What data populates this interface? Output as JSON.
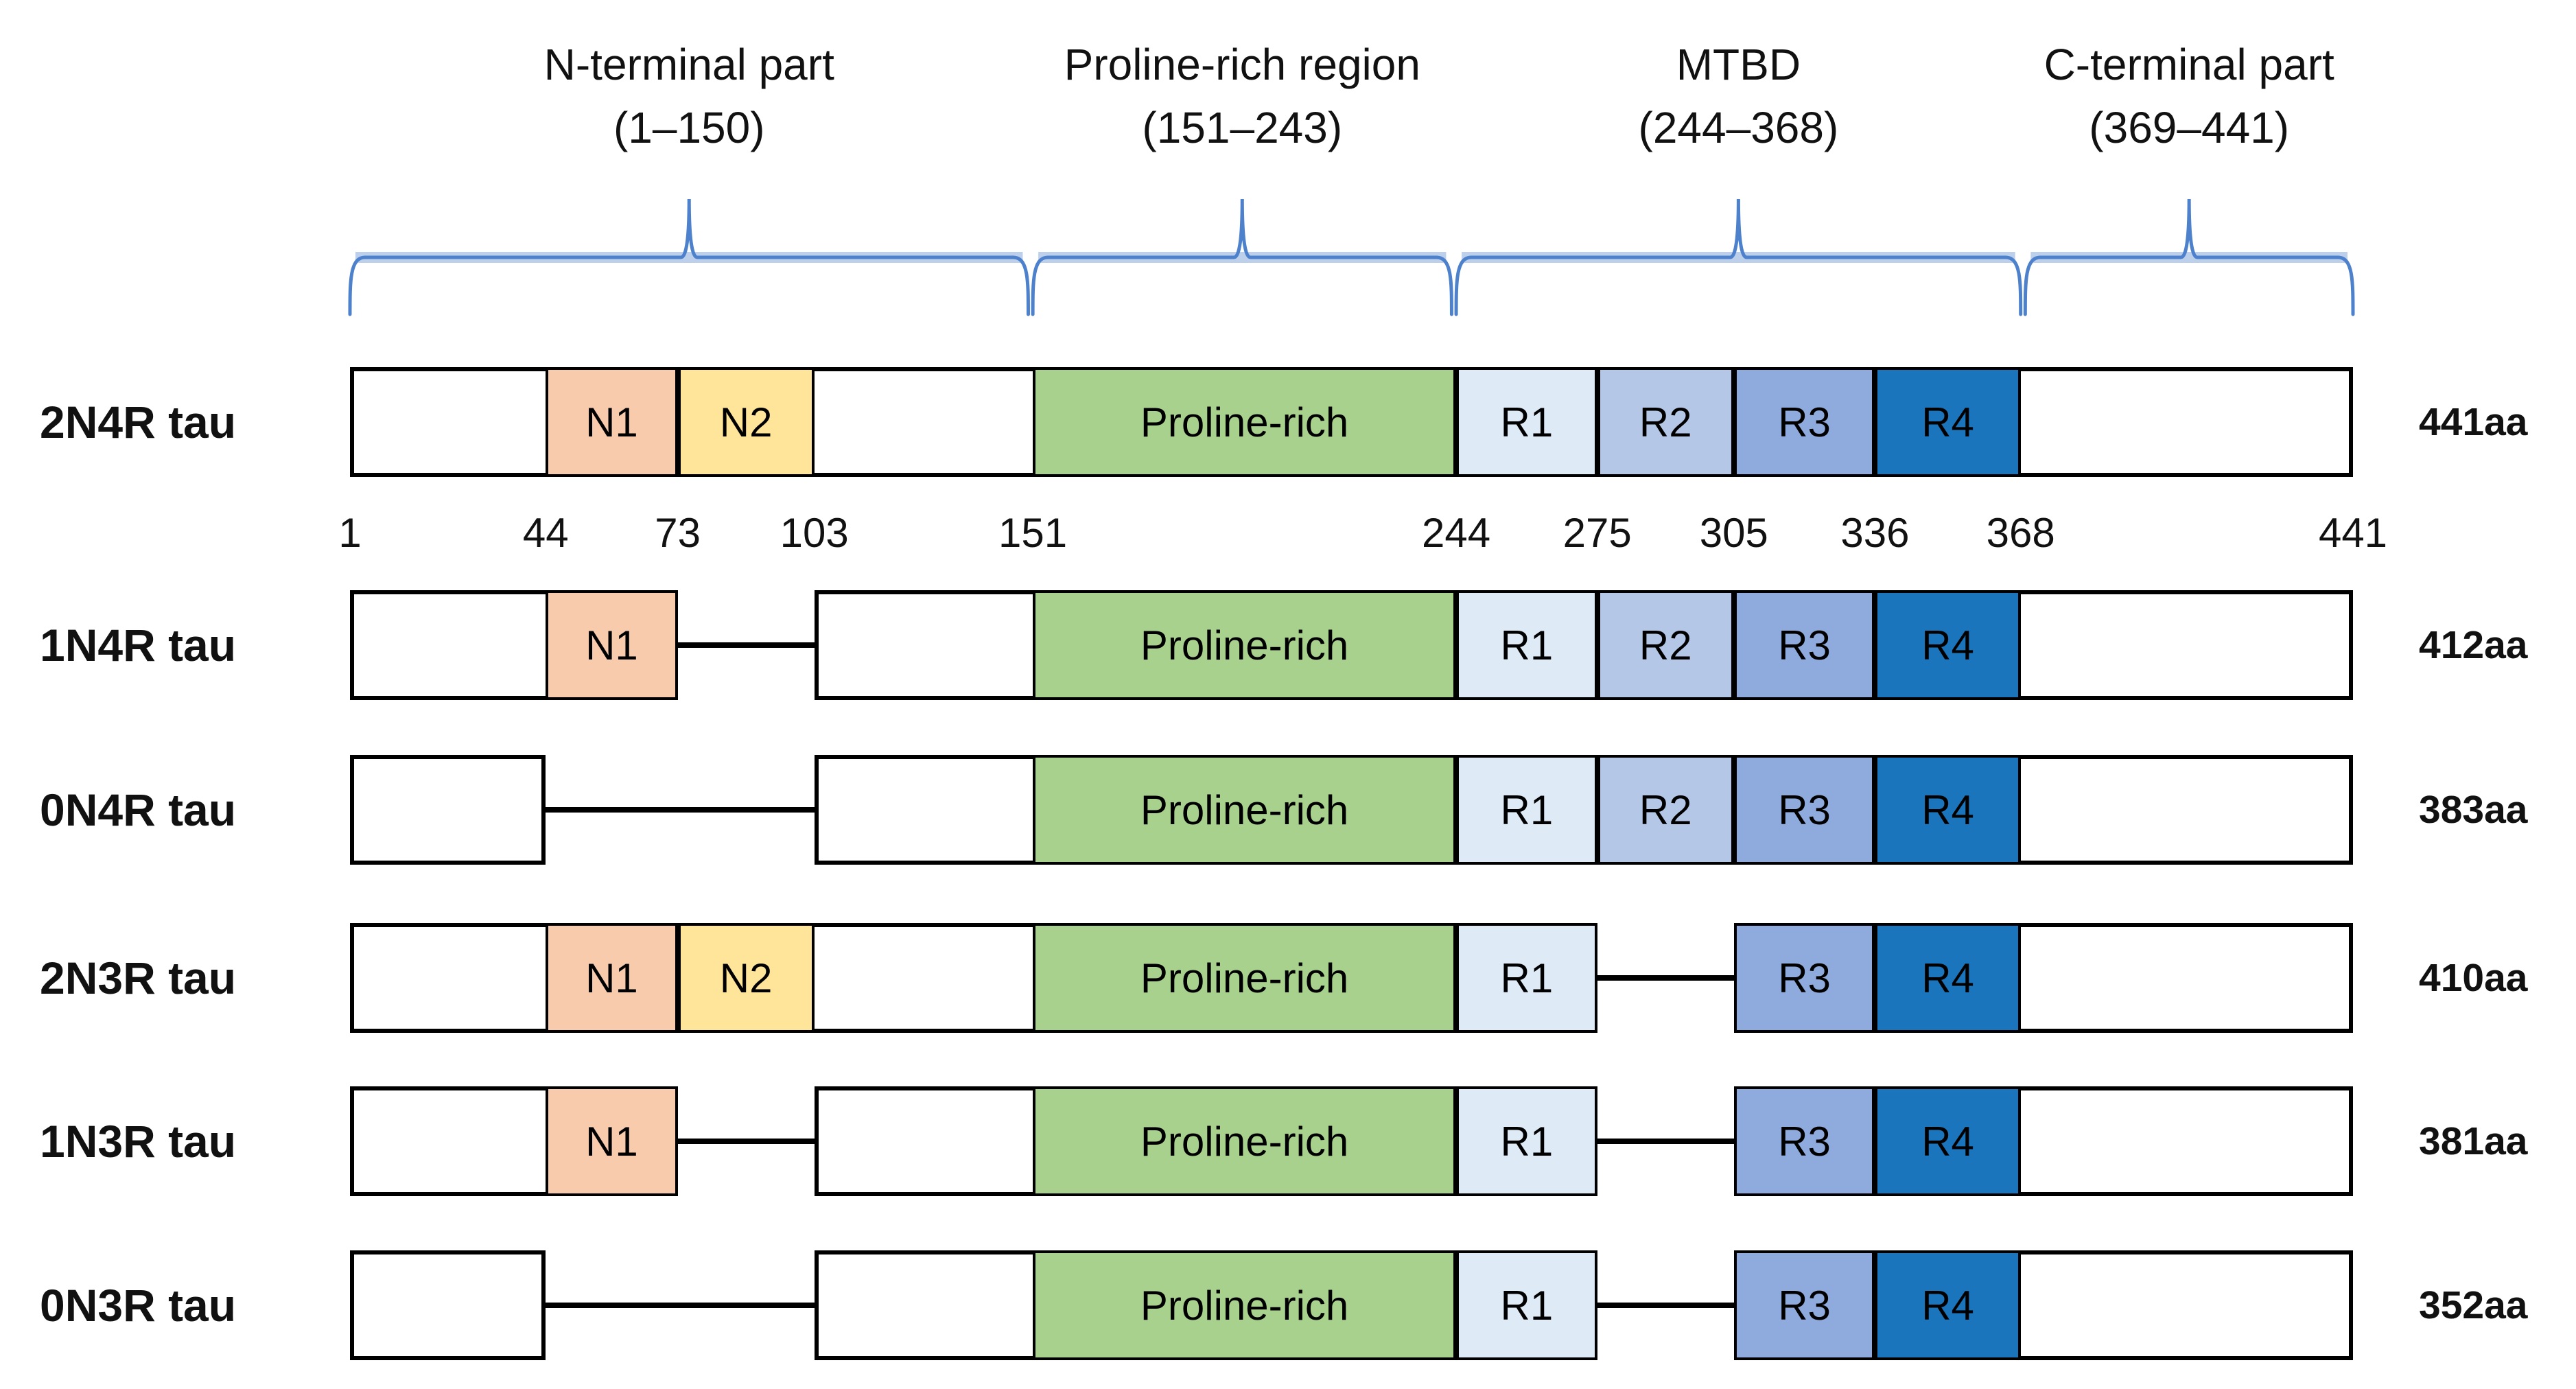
{
  "figure": {
    "background": "#ffffff",
    "brace_color": "#4E81CC",
    "brace_band_color": "#BCD0EC",
    "outline_color": "#000000",
    "text_color": "#111111",
    "residue_axis": {
      "min": 1,
      "max": 441,
      "numbers": [
        1,
        44,
        73,
        103,
        151,
        244,
        275,
        305,
        336,
        368,
        441
      ]
    },
    "regions": [
      {
        "name": "N-terminal part",
        "range": "(1–150)",
        "start": 1,
        "end": 150
      },
      {
        "name": "Proline-rich region",
        "range": "(151–243)",
        "start": 151,
        "end": 243
      },
      {
        "name": "MTBD",
        "range": "(244–368)",
        "start": 244,
        "end": 368
      },
      {
        "name": "C-terminal part",
        "range": "(369–441)",
        "start": 369,
        "end": 441
      }
    ],
    "domain_styles": {
      "N1": {
        "color": "#F8CBAD"
      },
      "N2": {
        "color": "#FFE599"
      },
      "Proline-rich": {
        "color": "#A9D18E"
      },
      "R1": {
        "color": "#DEEBF7"
      },
      "R2": {
        "color": "#B4C7E7"
      },
      "R3": {
        "color": "#8FAADC"
      },
      "R4": {
        "color": "#1B75BC"
      }
    },
    "isoforms": [
      {
        "label": "2N4R tau",
        "length_label": "441aa",
        "boxes": [
          {
            "start": 1,
            "end": 441,
            "domains": [
              {
                "name": "N1",
                "start": 44,
                "end": 73
              },
              {
                "name": "N2",
                "start": 73,
                "end": 103
              },
              {
                "name": "Proline-rich",
                "start": 151,
                "end": 244
              },
              {
                "name": "R1",
                "start": 244,
                "end": 275
              },
              {
                "name": "R2",
                "start": 275,
                "end": 305
              },
              {
                "name": "R3",
                "start": 305,
                "end": 336
              },
              {
                "name": "R4",
                "start": 336,
                "end": 368
              }
            ]
          }
        ],
        "connectors": []
      },
      {
        "label": "1N4R tau",
        "length_label": "412aa",
        "boxes": [
          {
            "start": 1,
            "end": 73,
            "domains": [
              {
                "name": "N1",
                "start": 44,
                "end": 73
              }
            ]
          },
          {
            "start": 103,
            "end": 441,
            "domains": [
              {
                "name": "Proline-rich",
                "start": 151,
                "end": 244
              },
              {
                "name": "R1",
                "start": 244,
                "end": 275
              },
              {
                "name": "R2",
                "start": 275,
                "end": 305
              },
              {
                "name": "R3",
                "start": 305,
                "end": 336
              },
              {
                "name": "R4",
                "start": 336,
                "end": 368
              }
            ]
          }
        ],
        "connectors": [
          {
            "start": 73,
            "end": 103
          }
        ]
      },
      {
        "label": "0N4R tau",
        "length_label": "383aa",
        "boxes": [
          {
            "start": 1,
            "end": 44,
            "domains": []
          },
          {
            "start": 103,
            "end": 441,
            "domains": [
              {
                "name": "Proline-rich",
                "start": 151,
                "end": 244
              },
              {
                "name": "R1",
                "start": 244,
                "end": 275
              },
              {
                "name": "R2",
                "start": 275,
                "end": 305
              },
              {
                "name": "R3",
                "start": 305,
                "end": 336
              },
              {
                "name": "R4",
                "start": 336,
                "end": 368
              }
            ]
          }
        ],
        "connectors": [
          {
            "start": 44,
            "end": 103
          }
        ]
      },
      {
        "label": "2N3R tau",
        "length_label": "410aa",
        "boxes": [
          {
            "start": 1,
            "end": 275,
            "domains": [
              {
                "name": "N1",
                "start": 44,
                "end": 73
              },
              {
                "name": "N2",
                "start": 73,
                "end": 103
              },
              {
                "name": "Proline-rich",
                "start": 151,
                "end": 244
              },
              {
                "name": "R1",
                "start": 244,
                "end": 275
              }
            ]
          },
          {
            "start": 305,
            "end": 441,
            "domains": [
              {
                "name": "R3",
                "start": 305,
                "end": 336
              },
              {
                "name": "R4",
                "start": 336,
                "end": 368
              }
            ]
          }
        ],
        "connectors": [
          {
            "start": 275,
            "end": 305
          }
        ]
      },
      {
        "label": "1N3R tau",
        "length_label": "381aa",
        "boxes": [
          {
            "start": 1,
            "end": 73,
            "domains": [
              {
                "name": "N1",
                "start": 44,
                "end": 73
              }
            ]
          },
          {
            "start": 103,
            "end": 275,
            "domains": [
              {
                "name": "Proline-rich",
                "start": 151,
                "end": 244
              },
              {
                "name": "R1",
                "start": 244,
                "end": 275
              }
            ]
          },
          {
            "start": 305,
            "end": 441,
            "domains": [
              {
                "name": "R3",
                "start": 305,
                "end": 336
              },
              {
                "name": "R4",
                "start": 336,
                "end": 368
              }
            ]
          }
        ],
        "connectors": [
          {
            "start": 73,
            "end": 103
          },
          {
            "start": 275,
            "end": 305
          }
        ]
      },
      {
        "label": "0N3R tau",
        "length_label": "352aa",
        "boxes": [
          {
            "start": 1,
            "end": 44,
            "domains": []
          },
          {
            "start": 103,
            "end": 275,
            "domains": [
              {
                "name": "Proline-rich",
                "start": 151,
                "end": 244
              },
              {
                "name": "R1",
                "start": 244,
                "end": 275
              }
            ]
          },
          {
            "start": 305,
            "end": 441,
            "domains": [
              {
                "name": "R3",
                "start": 305,
                "end": 336
              },
              {
                "name": "R4",
                "start": 336,
                "end": 368
              }
            ]
          }
        ],
        "connectors": [
          {
            "start": 44,
            "end": 103
          },
          {
            "start": 275,
            "end": 305
          }
        ]
      }
    ]
  }
}
